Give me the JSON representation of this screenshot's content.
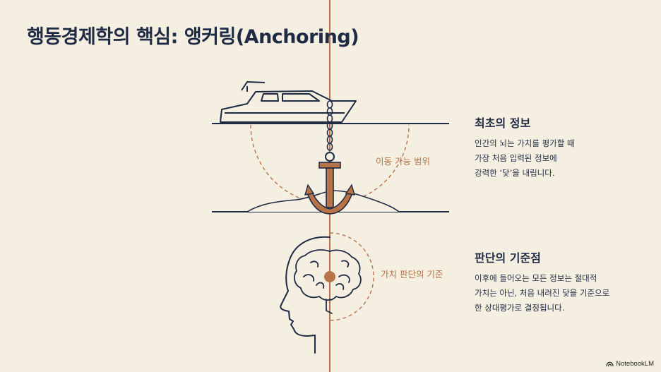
{
  "title": "행동경제학의 핵심: 앵커링(Anchoring)",
  "diagram": {
    "range_label": "이동 가능 범위",
    "reference_label": "가치 판단의 기준"
  },
  "sections": [
    {
      "heading": "최초의 정보",
      "lines": [
        "인간의 뇌는 가치를 평가할 때",
        "가장 처음 입력된 정보에",
        "강력한 ‘닻’을 내립니다."
      ]
    },
    {
      "heading": "판단의 기준점",
      "lines": [
        "이후에 들어오는 모든 정보는 절대적",
        "가치는 아닌, 처음 내려진 닻을 기준으로",
        "한 상대평가로 결정됩니다."
      ]
    }
  ],
  "watermark": "NotebookLM",
  "colors": {
    "background": "#f4efe1",
    "navy": "#1f2a44",
    "copper": "#b87346",
    "copper_dark": "#8a4a2a"
  },
  "icons": [
    "boat-icon",
    "chain-icon",
    "anchor-icon",
    "head-icon",
    "brain-icon",
    "notebooklm-icon"
  ]
}
